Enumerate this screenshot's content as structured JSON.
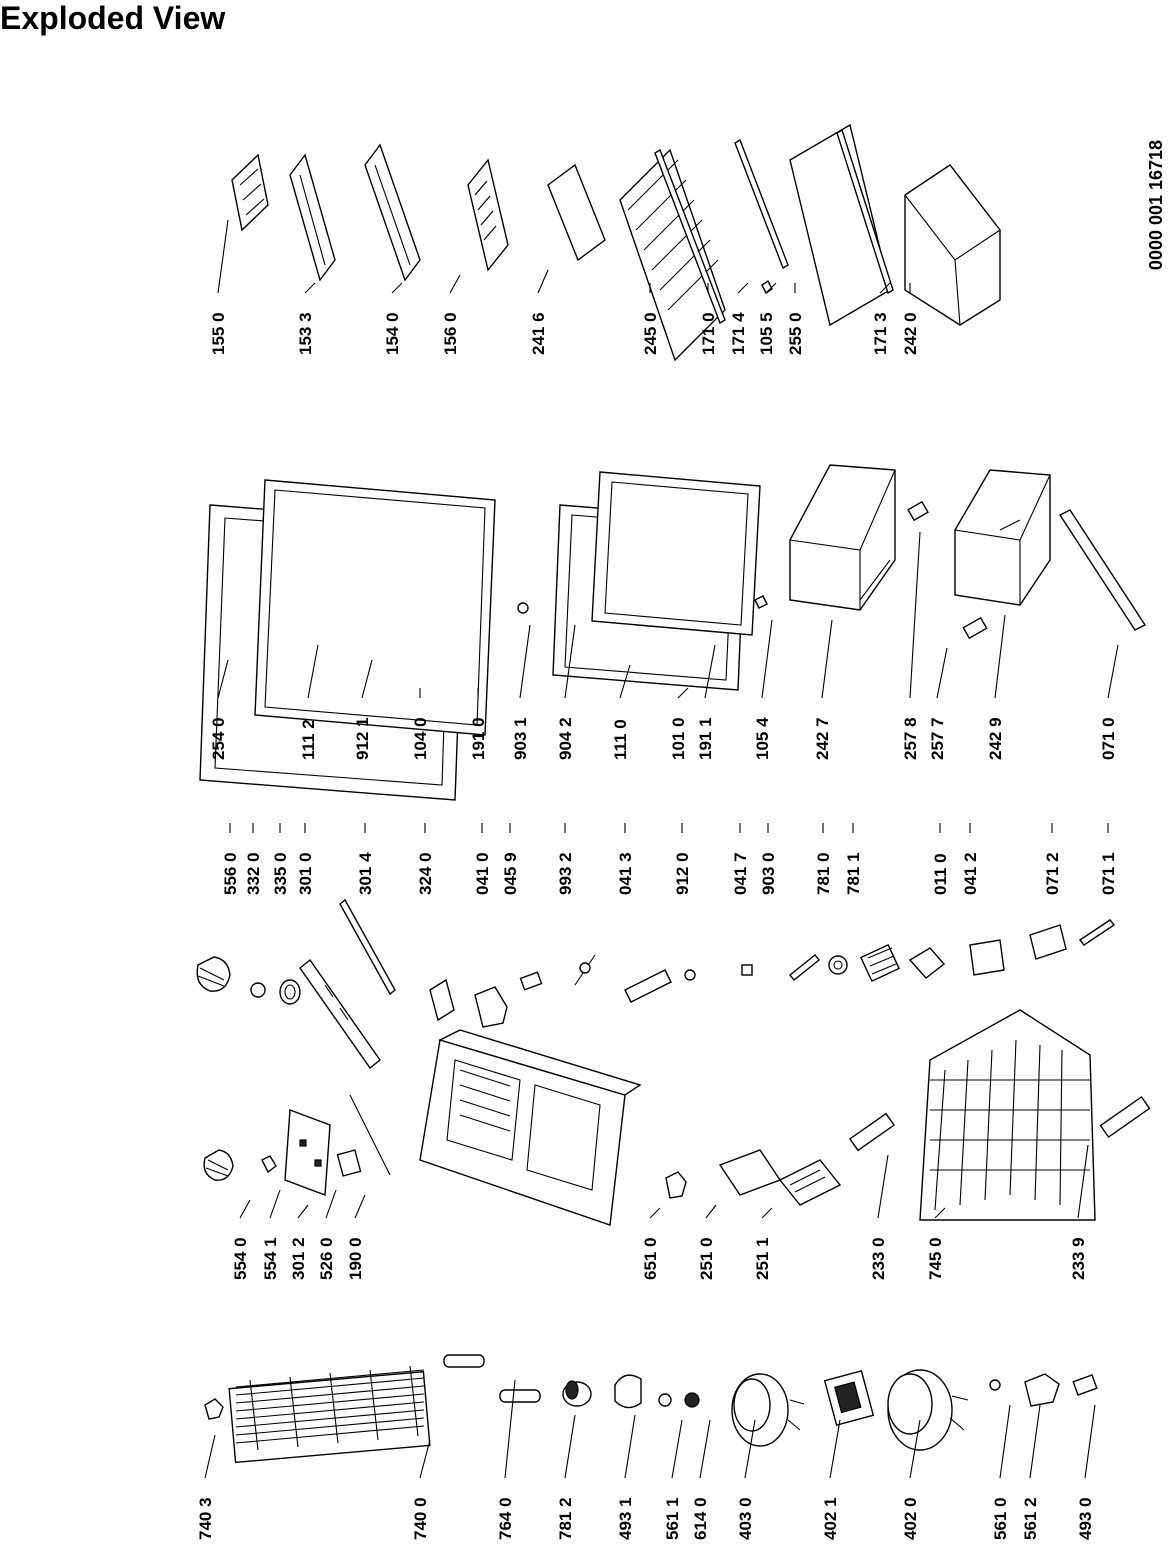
{
  "title": "Exploded View",
  "document_number": "0000 001 16718",
  "columns": [
    {
      "id": "col1",
      "labels": [
        "740 3",
        "740 0",
        "764 0",
        "781 2",
        "493 1",
        "561 1",
        "614 0",
        "403 0",
        "402 1",
        "402 0",
        "561 0",
        "561 2",
        "493 0"
      ]
    },
    {
      "id": "col2",
      "labels": [
        "554 0",
        "554 1",
        "301 2",
        "526 0",
        "190 0",
        "651 0",
        "251 0",
        "251 1",
        "233 0",
        "745 0",
        "233 9"
      ]
    },
    {
      "id": "col3",
      "labels": [
        "556 0",
        "332 0",
        "335 0",
        "301 0",
        "301 4",
        "324 0",
        "041 0",
        "045 9",
        "993 2",
        "041 3",
        "912 0",
        "041 7",
        "903 0",
        "781 0",
        "781 1",
        "011 0",
        "041 2",
        "071 2",
        "071 1"
      ]
    },
    {
      "id": "col4",
      "labels": [
        "254 0",
        "111 2",
        "912 1",
        "104 0",
        "191 0",
        "903 1",
        "904 2",
        "111 0",
        "101 0",
        "191 1",
        "105 4",
        "242 7",
        "257 8",
        "257 7",
        "242 9",
        "071 0"
      ]
    },
    {
      "id": "col5",
      "labels": [
        "155 0",
        "153 3",
        "154 0",
        "156 0",
        "241 6",
        "245 0",
        "171 0",
        "171 4",
        "105 5",
        "255 0",
        "171 3",
        "242 0"
      ]
    }
  ]
}
